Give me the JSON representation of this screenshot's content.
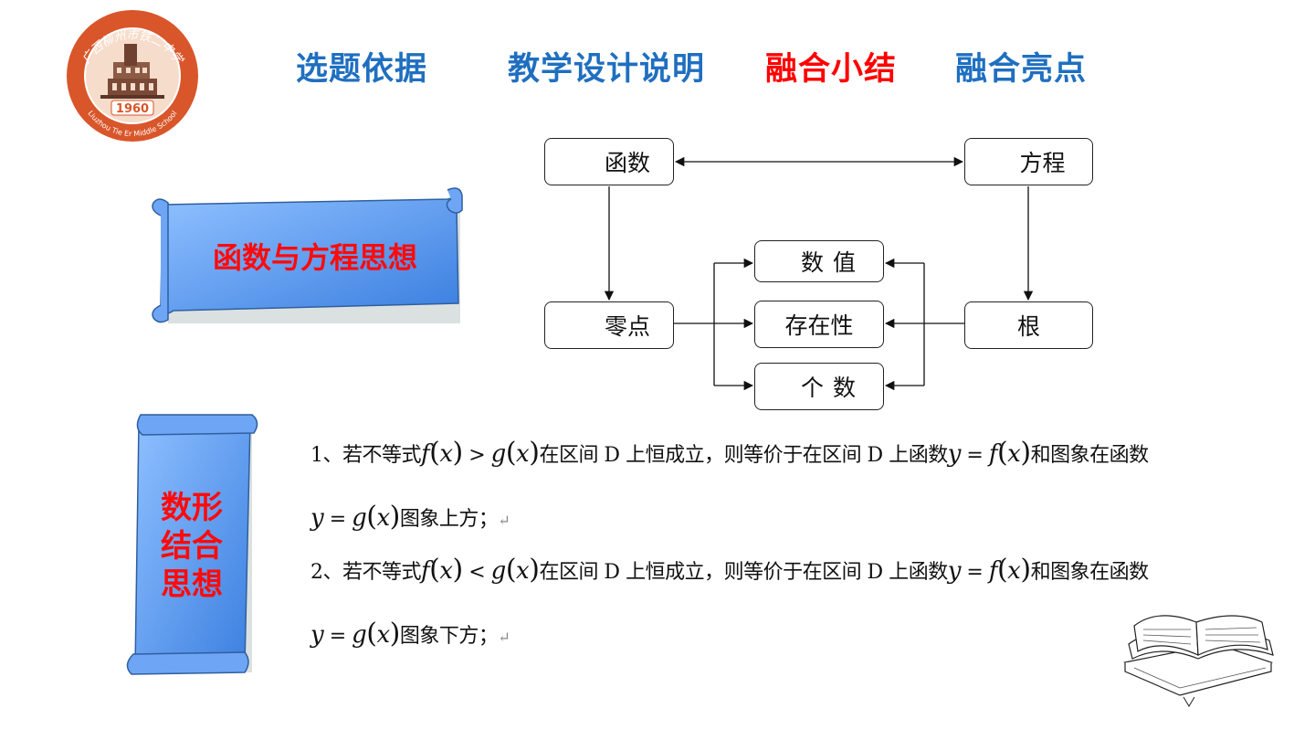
{
  "logo": {
    "arc_text": "广西柳州市铁二中学",
    "year": "1960",
    "english": "Liuzhou Tie Er Middle School",
    "colors": {
      "ring": "#d9562a",
      "inner": "#f5d7c4"
    }
  },
  "nav": {
    "tabs": [
      {
        "label": "选题依据",
        "color": "#1f6fc0"
      },
      {
        "label": "教学设计说明",
        "color": "#1f6fc0"
      },
      {
        "label": "融合小结",
        "color": "#ff0000"
      },
      {
        "label": "融合亮点",
        "color": "#1f6fc0"
      }
    ]
  },
  "banner1": {
    "label": "函数与方程思想"
  },
  "banner2": {
    "lines": [
      "数形",
      "结合",
      "思想"
    ]
  },
  "diagram": {
    "nodes": {
      "hanshu": "函数",
      "fangcheng": "方程",
      "lingdian": "零点",
      "gen": "根",
      "shuzhi": "数值",
      "cunzaixing": "存在性",
      "geshu": "个数"
    }
  },
  "statements": {
    "line1": {
      "prefix": "1、若不等式",
      "rel": ">",
      "mid": "在区间 D 上恒成立，则等价于在区间 D 上函数",
      "tail": "和图象在函数"
    },
    "line2": {
      "text": "图象上方；"
    },
    "line3": {
      "prefix": "2、若不等式",
      "rel": "<",
      "mid": "在区间 D 上恒成立，则等价于在区间 D 上函数",
      "tail": "和图象在函数"
    },
    "line4": {
      "text": "图象下方；"
    },
    "paragraph_mark": "↵"
  },
  "colors": {
    "accent_blue": "#1f6fc0",
    "accent_red": "#ff0000",
    "banner_fill": "#4a8ee8"
  },
  "icons": [
    "school-logo-icon",
    "scroll-banner-icon",
    "open-books-icon"
  ]
}
